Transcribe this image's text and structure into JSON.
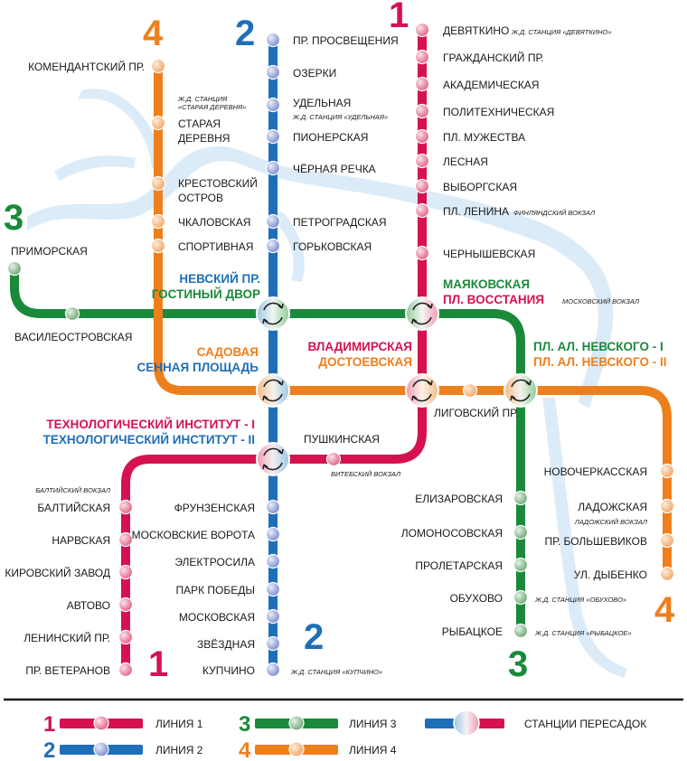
{
  "colors": {
    "line1": "#d5124f",
    "line2": "#1e6fb8",
    "line3": "#1a8a3a",
    "line4": "#ee7f1d",
    "water": "#dcebf8"
  },
  "lines": {
    "l1": "1",
    "l2": "2",
    "l3": "3",
    "l4": "4"
  },
  "stations": {
    "prosvescheniya": "ПР. ПРОСВЕЩЕНИЯ",
    "ozerki": "ОЗЕРКИ",
    "udelnaya": "УДЕЛЬНАЯ",
    "pionerskaya": "ПИОНЕРСКАЯ",
    "chernaya_rechka": "ЧЁРНАЯ РЕЧКА",
    "petrogradskaya": "ПЕТРОГРАДСКАЯ",
    "gorkovskaya": "ГОРЬКОВСКАЯ",
    "frunzenskaya": "ФРУНЗЕНСКАЯ",
    "moskovskie_vorota": "МОСКОВСКИЕ ВОРОТА",
    "elektrosila": "ЭЛЕКТРОСИЛА",
    "park_pobedy": "ПАРК ПОБЕДЫ",
    "moskovskaya": "МОСКОВСКАЯ",
    "zvezdnaya": "ЗВЁЗДНАЯ",
    "kupchino": "КУПЧИНО",
    "devyatkino": "ДЕВЯТКИНО",
    "grazhdansky": "ГРАЖДАНСКИЙ ПР.",
    "akademicheskaya": "АКАДЕМИЧЕСКАЯ",
    "politekhnicheskaya": "ПОЛИТЕХНИЧЕСКАЯ",
    "muzhestva": "ПЛ. МУЖЕСТВА",
    "lesnaya": "ЛЕСНАЯ",
    "vyborgskaya": "ВЫБОРГСКАЯ",
    "lenina": "ПЛ. ЛЕНИНА",
    "chernyshevskaya": "ЧЕРНЫШЕВСКАЯ",
    "pushkinskaya": "ПУШКИНСКАЯ",
    "baltiyskaya": "БАЛТИЙСКАЯ",
    "narvskaya": "НАРВСКАЯ",
    "kirovsky": "КИРОВСКИЙ ЗАВОД",
    "avtovo": "АВТОВО",
    "leninsky": "ЛЕНИНСКИЙ ПР.",
    "veteranov": "ПР. ВЕТЕРАНОВ",
    "komendantsky": "КОМЕНДАНТСКИЙ ПР.",
    "staraya_1": "СТАРАЯ",
    "staraya_2": "ДЕРЕВНЯ",
    "krestovsky_1": "КРЕСТОВСКИЙ",
    "krestovsky_2": "ОСТРОВ",
    "chkalovskaya": "ЧКАЛОВСКАЯ",
    "sportivnaya": "СПОРТИВНАЯ",
    "ligovsky": "ЛИГОВСКИЙ ПР.",
    "novocherkasskaya": "НОВОЧЕРКАССКАЯ",
    "ladozhskaya": "ЛАДОЖСКАЯ",
    "bolshevikov": "ПР. БОЛЬШЕВИКОВ",
    "dybenko": "УЛ. ДЫБЕНКО",
    "primorskaya": "ПРИМОРСКАЯ",
    "vasileostrovskaya": "ВАСИЛЕОСТРОВСКАЯ",
    "elizarovskaya": "ЕЛИЗАРОВСКАЯ",
    "lomonosovskaya": "ЛОМОНОСОВСКАЯ",
    "proletarskaya": "ПРОЛЕТАРСКАЯ",
    "obukhovo": "ОБУХОВО",
    "rybatskoe": "РЫБАЦКОЕ"
  },
  "hubs": {
    "nevsky": "НЕВСКИЙ ПР.",
    "gostiny": "ГОСТИНЫЙ ДВОР",
    "mayakovskaya": "МАЯКОВСКАЯ",
    "vosstaniya": "ПЛ. ВОССТАНИЯ",
    "sadovaya": "САДОВАЯ",
    "sennaya": "СЕННАЯ ПЛОЩАДЬ",
    "vladimirskaya": "ВЛАДИМИРСКАЯ",
    "dostoevskaya": "ДОСТОЕВСКАЯ",
    "nevskogo_1": "ПЛ. АЛ. НЕВСКОГО - I",
    "nevskogo_2": "ПЛ. АЛ. НЕВСКОГО - II",
    "tekhnolog_1": "ТЕХНОЛОГИЧЕСКИЙ ИНСТИТУТ - I",
    "tekhnolog_2": "ТЕХНОЛОГИЧЕСКИЙ ИНСТИТУТ - II"
  },
  "notes": {
    "devyatkino_rail": "Ж.Д. СТАНЦИЯ «ДЕВЯТКИНО»",
    "staraya_rail_1": "Ж.Д. СТАНЦИЯ",
    "staraya_rail_2": "«СТАРАЯ ДЕРЕВНЯ»",
    "udelnaya_rail": "Ж.Д. СТАНЦИЯ «УДЕЛЬНАЯ»",
    "finlyandsky": "ФИНЛЯНДСКИЙ ВОКЗАЛ",
    "moskovsky": "МОСКОВСКИЙ ВОКЗАЛ",
    "vitebsky": "ВИТЕБСКИЙ ВОКЗАЛ",
    "baltiysky": "БАЛТИЙСКИЙ ВОКЗАЛ",
    "ladozhsky": "ЛАДОЖСКИЙ ВОКЗАЛ",
    "obukhovo_rail": "Ж.Д. СТАНЦИЯ «ОБУХОВО»",
    "rybatskoe_rail": "Ж.Д. СТАНЦИЯ «РЫБАЦКОЕ»",
    "kupchino_rail": "Ж.Д. СТАНЦИЯ «КУПЧИНО»"
  },
  "legend": {
    "n1": "1",
    "n2": "2",
    "n3": "3",
    "n4": "4",
    "line1": "ЛИНИЯ 1",
    "line2": "ЛИНИЯ 2",
    "line3": "ЛИНИЯ 3",
    "line4": "ЛИНИЯ 4",
    "transfer": "СТАНЦИИ ПЕРЕСАДОК"
  }
}
